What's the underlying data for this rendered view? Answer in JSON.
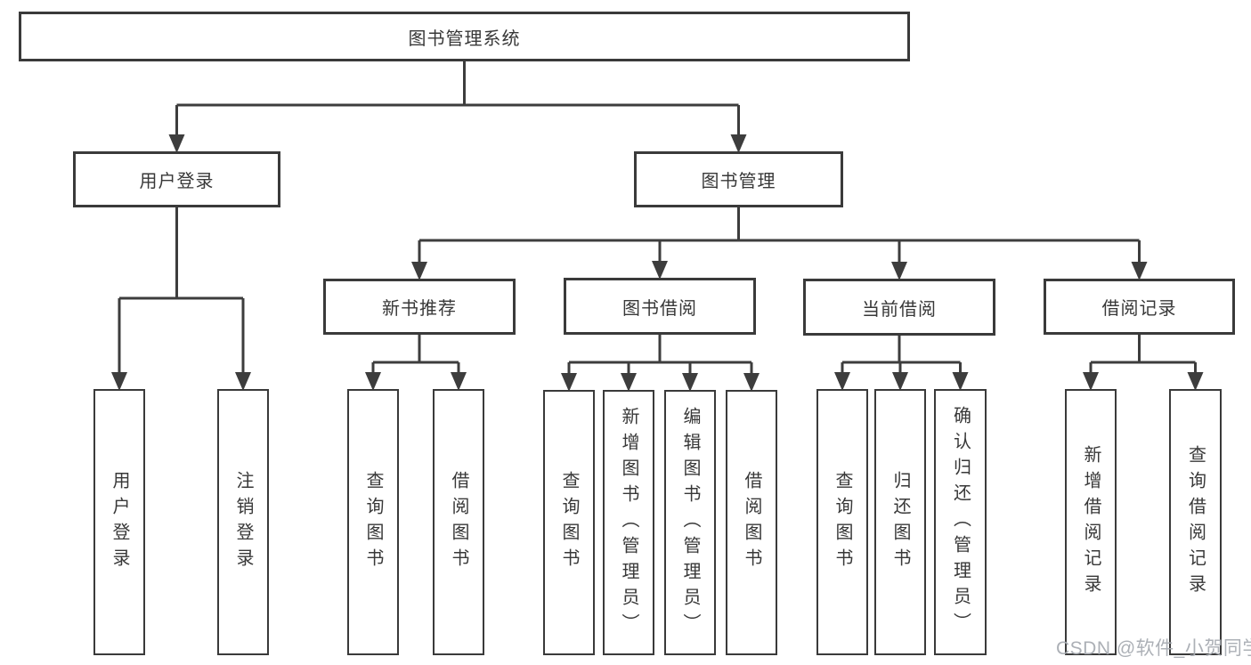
{
  "colors": {
    "background": "#ffffff",
    "line": "#3d3d3d",
    "box_border": "#3a3a3a",
    "box_fill": "#ffffff",
    "text": "#383838",
    "watermark": "#a8acb2"
  },
  "watermark": "CSDN @软件_小贺同学",
  "diagram": {
    "root": {
      "id": "library-management-system",
      "label": "图书管理系统",
      "children": [
        {
          "id": "user-login",
          "label": "用户登录",
          "children": [
            {
              "id": "leaf-user-login",
              "label": "用户登录"
            },
            {
              "id": "leaf-logout",
              "label": "注销登录"
            }
          ]
        },
        {
          "id": "book-management",
          "label": "图书管理",
          "children": [
            {
              "id": "new-book-recommend",
              "label": "新书推荐",
              "children": [
                {
                  "id": "nb-query-books",
                  "label": "查询图书"
                },
                {
                  "id": "nb-borrow-books",
                  "label": "借阅图书"
                }
              ]
            },
            {
              "id": "book-borrowing",
              "label": "图书借阅",
              "children": [
                {
                  "id": "bb-query-books",
                  "label": "查询图书"
                },
                {
                  "id": "bb-add-books-admin",
                  "label": "新增图书（管理员）"
                },
                {
                  "id": "bb-edit-books-admin",
                  "label": "编辑图书（管理员）"
                },
                {
                  "id": "bb-borrow-books",
                  "label": "借阅图书"
                }
              ]
            },
            {
              "id": "current-borrowing",
              "label": "当前借阅",
              "children": [
                {
                  "id": "cb-query-books",
                  "label": "查询图书"
                },
                {
                  "id": "cb-return-books",
                  "label": "归还图书"
                },
                {
                  "id": "cb-confirm-return-admin",
                  "label": "确认归还（管理员）"
                }
              ]
            },
            {
              "id": "borrowing-records",
              "label": "借阅记录",
              "children": [
                {
                  "id": "br-add-borrow-record",
                  "label": "新增借阅记录"
                },
                {
                  "id": "br-query-borrow-record",
                  "label": "查询借阅记录"
                }
              ]
            }
          ]
        }
      ]
    }
  }
}
